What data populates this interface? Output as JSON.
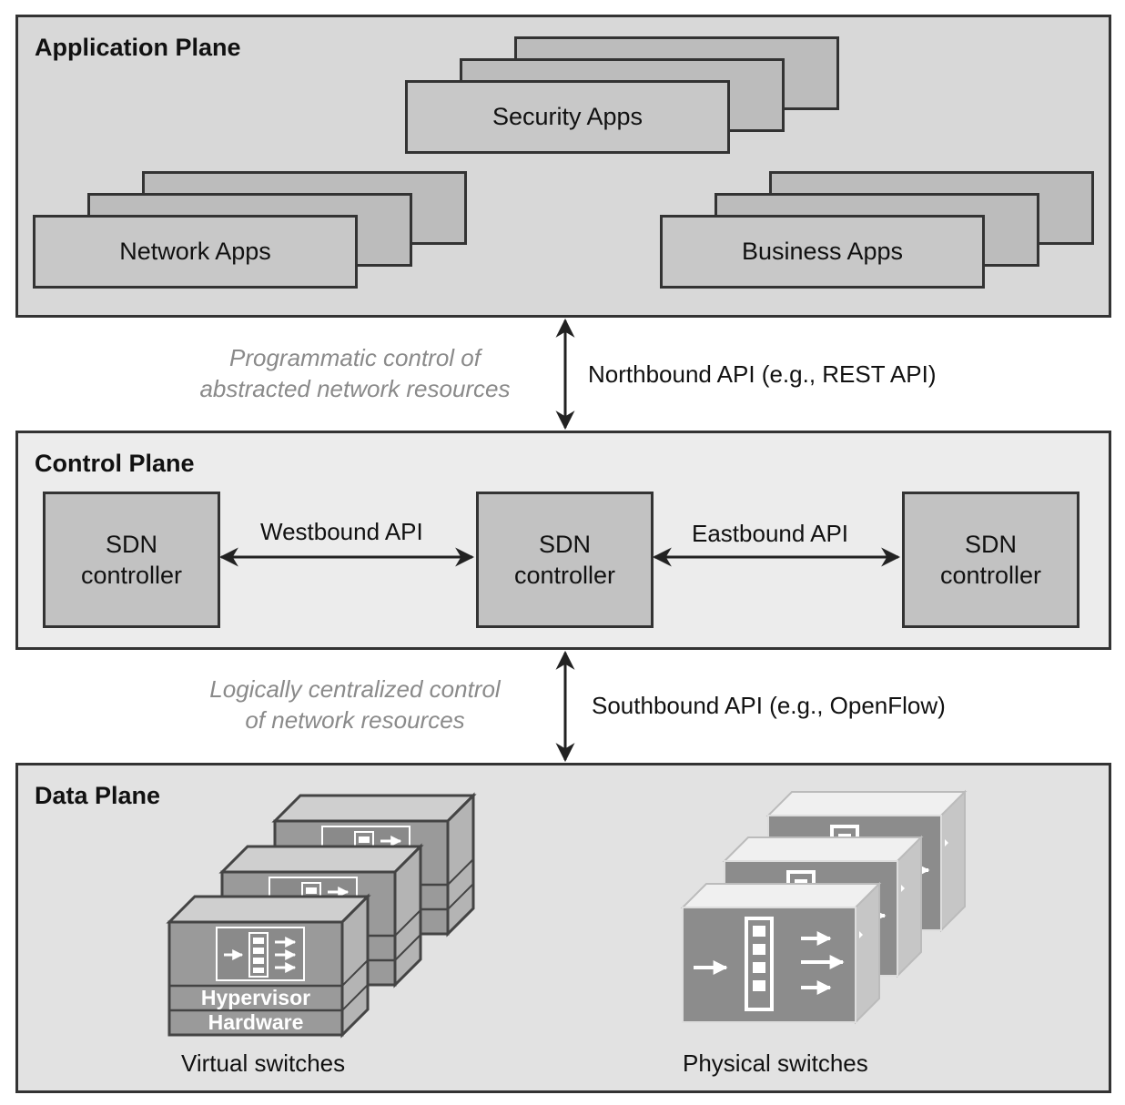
{
  "application_plane": {
    "title": "Application Plane",
    "apps": {
      "security": "Security Apps",
      "network": "Network Apps",
      "business": "Business Apps"
    }
  },
  "northbound": {
    "note_line1": "Programmatic control of",
    "note_line2": "abstracted network resources",
    "api_label": "Northbound API (e.g., REST API)"
  },
  "control_plane": {
    "title": "Control Plane",
    "controller_line1": "SDN",
    "controller_line2": "controller",
    "westbound_label": "Westbound API",
    "eastbound_label": "Eastbound API"
  },
  "southbound": {
    "note_line1": "Logically centralized control",
    "note_line2": "of network resources",
    "api_label": "Southbound API (e.g., OpenFlow)"
  },
  "data_plane": {
    "title": "Data Plane",
    "hypervisor_label": "Hypervisor",
    "hardware_label": "Hardware",
    "virtual_caption": "Virtual switches",
    "physical_caption": "Physical switches"
  },
  "colors": {
    "app_plane_bg": "#d8d8d8",
    "control_plane_bg": "#ececec",
    "data_plane_bg": "#e2e2e2",
    "note_text": "#8a8a8a",
    "border": "#333333"
  }
}
